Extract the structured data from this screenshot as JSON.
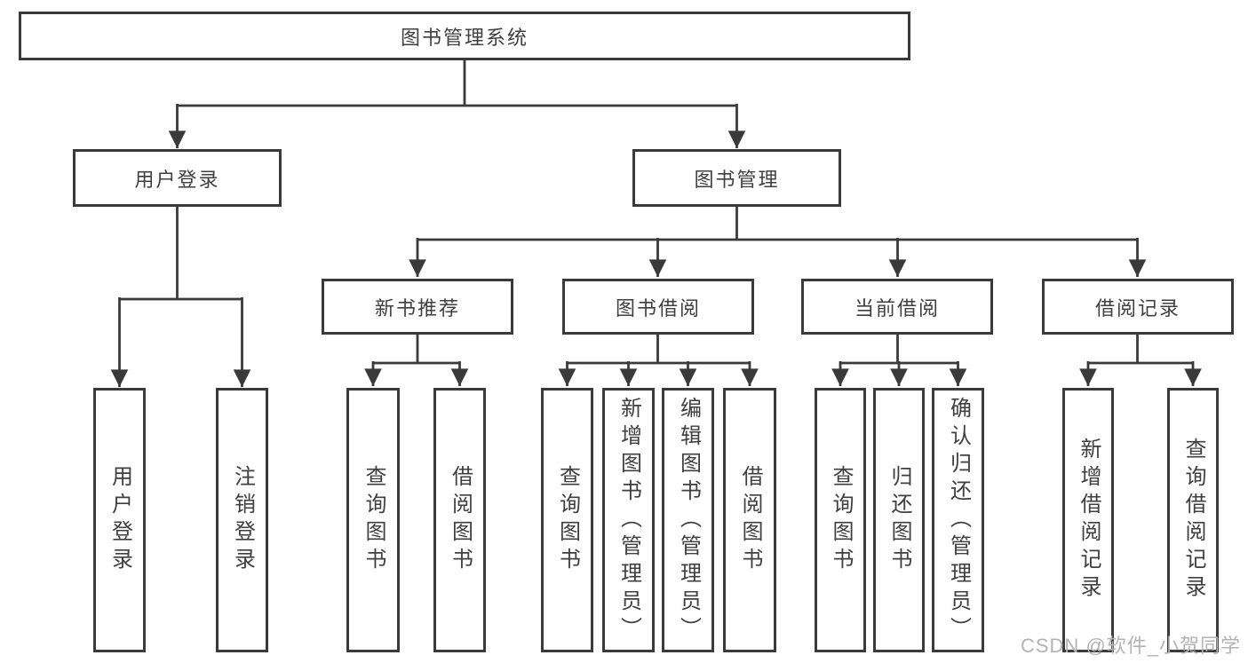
{
  "diagram": {
    "nodes": {
      "root": "图书管理系统",
      "user_login": "用户登录",
      "book_mgmt": "图书管理",
      "new_book": "新书推荐",
      "book_borrow": "图书借阅",
      "current_borrow": "当前借阅",
      "borrow_record": "借阅记录",
      "leaf_user_login": "用户登录",
      "leaf_logout": "注销登录",
      "leaf_nb_query": "查询图书",
      "leaf_nb_borrow": "借阅图书",
      "leaf_bb_query": "查询图书",
      "leaf_bb_add": "新增图书（管理员）",
      "leaf_bb_edit": "编辑图书（管理员）",
      "leaf_bb_borrow": "借阅图书",
      "leaf_cb_query": "查询图书",
      "leaf_cb_return": "归还图书",
      "leaf_cb_confirm": "确认归还（管理员）",
      "leaf_br_add": "新增借阅记录",
      "leaf_br_query": "查询借阅记录"
    },
    "watermark": "CSDN @软件_小贺同学",
    "colors": {
      "line": "#3a3a3a",
      "box_border": "#3a3a3a",
      "box_fill": "#ffffff",
      "text": "#3f3f3f",
      "watermark": "#b3b3b3",
      "background": "#ffffff"
    }
  }
}
